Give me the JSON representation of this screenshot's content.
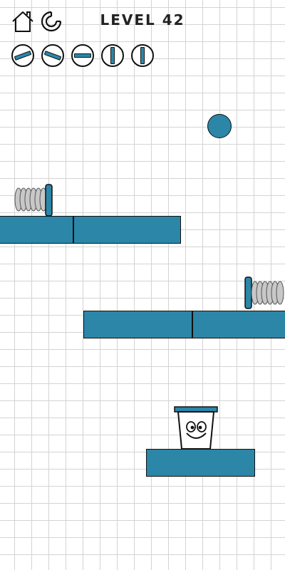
{
  "level_title": "LEVEL 42",
  "colors": {
    "accent": "#2b86a8",
    "platform": "#2b86a8",
    "spring": "#c8c8c8",
    "grid": "#d4d4d4"
  },
  "icons": {
    "home": "home-icon",
    "restart": "restart-icon"
  },
  "tools": [
    {
      "name": "tool-bar-tilt-left",
      "angle": -20
    },
    {
      "name": "tool-bar-tilt-right",
      "angle": 20
    },
    {
      "name": "tool-bar-horizontal",
      "angle": 0
    },
    {
      "name": "tool-bar-vertical",
      "angle": 90
    },
    {
      "name": "tool-bar-vertical",
      "angle": 90
    }
  ]
}
